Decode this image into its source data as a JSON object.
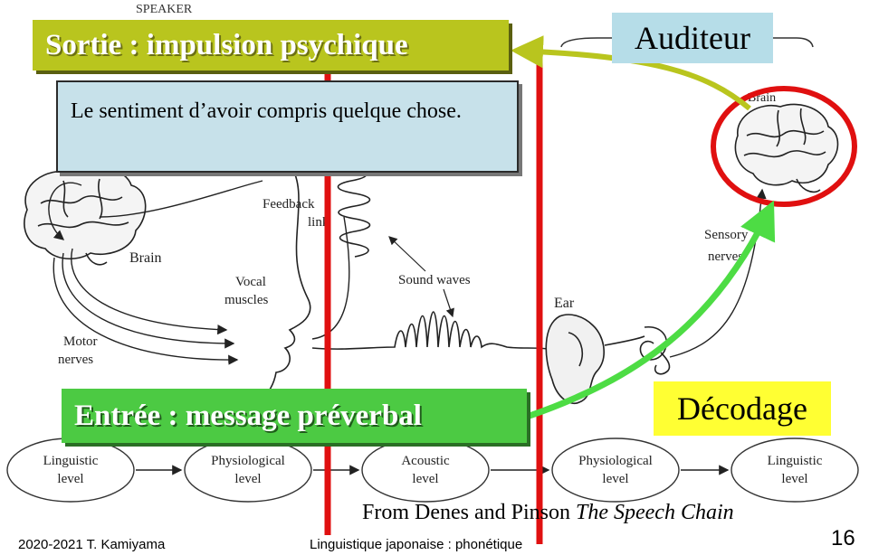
{
  "labels": {
    "sortie": "Sortie : impulsion psychique",
    "comment": "Le sentiment d’avoir compris quelque chose.",
    "auditeur": "Auditeur",
    "entree": "Entrée : message préverbal",
    "decodage": "Décodage",
    "source_prefix": "From Denes and Pinson ",
    "source_title": "The Speech Chain"
  },
  "figure": {
    "speaker_heading": "SPEAKER",
    "brain_left": "Brain",
    "feedback": "Feedback",
    "link": "link",
    "vocal": "Vocal",
    "muscles": "muscles",
    "sound_waves": "Sound waves",
    "motor": "Motor",
    "nerves": "nerves",
    "ear": "Ear",
    "sensory": "Sensory",
    "sensory_nerves": "nerves",
    "brain_right": "Brain",
    "levels": [
      {
        "line1": "Linguistic",
        "line2": "level"
      },
      {
        "line1": "Physiological",
        "line2": "level"
      },
      {
        "line1": "Acoustic",
        "line2": "level"
      },
      {
        "line1": "Physiological",
        "line2": "level"
      },
      {
        "line1": "Linguistic",
        "line2": "level"
      }
    ]
  },
  "footer": {
    "left": "2020-2021  T. Kamiyama",
    "middle": "Linguistique japonaise : phonétique",
    "page": "16"
  },
  "colors": {
    "red_line": "#e01010",
    "sortie_bg": "#b9c51e",
    "entree_bg": "#4cca43",
    "auditeur_bg": "#b6dde8",
    "decodage_bg": "#ffff33",
    "comment_bg": "#c7e1ea"
  }
}
